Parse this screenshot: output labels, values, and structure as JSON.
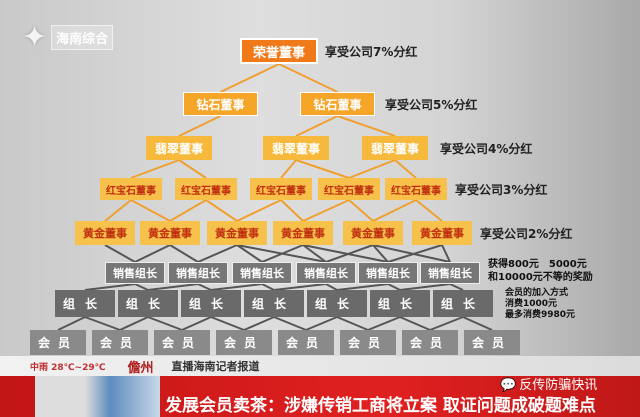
{
  "logo": {
    "text": "海南综合",
    "icon": "star-logo-icon"
  },
  "tiers": [
    {
      "name": "荣誉董事",
      "count": 1,
      "benefit": "享受公司7%分红"
    },
    {
      "name": "钻石董事",
      "count": 2,
      "benefit": "享受公司5%分红"
    },
    {
      "name": "翡翠董事",
      "count": 3,
      "benefit": "享受公司4%分红"
    },
    {
      "name": "红宝石董事",
      "count": 5,
      "benefit": "享受公司3%分红"
    },
    {
      "name": "黄金董事",
      "count": 6,
      "benefit": "享受公司2%分红"
    },
    {
      "name": "销售组长",
      "count": 6,
      "benefit": ""
    },
    {
      "name": "组长",
      "count": 7,
      "benefit": ""
    },
    {
      "name": "会员",
      "count": 8,
      "benefit": ""
    }
  ],
  "notes": {
    "reward": [
      "获得800元　5000元",
      "和10000元不等的奖励"
    ],
    "join": [
      "会员的加入方式",
      "消费1000元",
      "最多消费9980元"
    ]
  },
  "ticker": {
    "weather": "中雨 28℃~29℃",
    "city": "儋州",
    "text": "直播海南记者报道"
  },
  "banner": {
    "headline": "发展会员卖茶：涉嫌传销工商将立案 取证问题成破题难点",
    "watermark": "反传防骗快讯",
    "watermark_icon": "wechat-icon"
  },
  "colors": {
    "orange": "#f07a1a",
    "gold": "#f7c24c",
    "gray": "#777777",
    "red": "#d01a1a"
  }
}
